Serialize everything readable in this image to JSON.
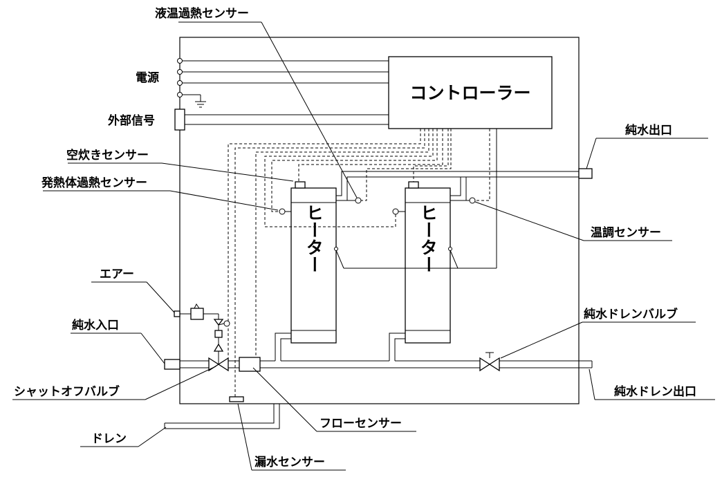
{
  "labels": {
    "liquid_temp_overheat_sensor": "液温過熱センサー",
    "power": "電源",
    "external_signal": "外部信号",
    "controller": "コントローラー",
    "pure_water_outlet": "純水出口",
    "dry_fire_sensor": "空炊きセンサー",
    "heater_overheat_sensor": "発熱体過熱センサー",
    "temp_control_sensor": "温調センサー",
    "heater_1": "ヒーター",
    "heater_2": "ヒーター",
    "air": "エアー",
    "pure_water_inlet": "純水入口",
    "pure_water_drain_valve": "純水ドレンバルブ",
    "shutoff_valve": "シャットオフバルブ",
    "pure_water_drain_outlet": "純水ドレン出口",
    "flow_sensor": "フローセンサー",
    "drain": "ドレン",
    "leak_sensor": "漏水センサー"
  }
}
